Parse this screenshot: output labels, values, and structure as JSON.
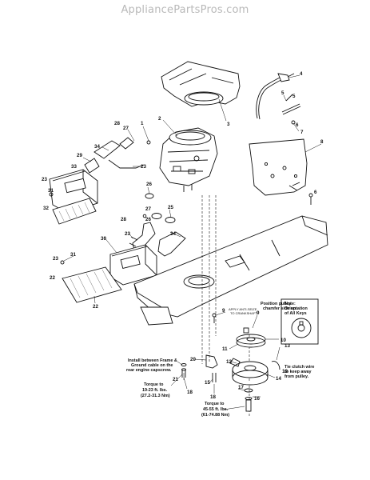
{
  "watermark": "AppliancePartsPros.com",
  "callouts": {
    "c1": "1",
    "c2": "2",
    "c3": "3",
    "c4": "4",
    "c5": "5",
    "c5b": "5",
    "c6": "6",
    "c7": "7",
    "c8": "8",
    "c9": "9",
    "c9b": "9",
    "c10": "10",
    "c11": "11",
    "c12": "12",
    "c13": "13",
    "c14": "14",
    "c15": "15",
    "c16": "16",
    "c17": "17",
    "c18": "18",
    "c18b": "18",
    "c19": "19",
    "c20": "20",
    "c21": "21",
    "c22": "22",
    "c22b": "22",
    "c23": "23",
    "c23b": "23",
    "c23c": "23",
    "c24": "24",
    "c25": "25",
    "c26": "26",
    "c26b": "26",
    "c27": "27",
    "c27b": "27",
    "c28": "28",
    "c28b": "28",
    "c29": "29",
    "c30": "30",
    "c31": "31",
    "c31b": "31",
    "c32": "32",
    "c33": "33",
    "c34": "34"
  },
  "notes": {
    "position_pulley": [
      "Position pulley",
      "chamfer side up."
    ],
    "apply_antiseize": [
      "APPLY ANTI-SEIZE",
      "TO CRANKSHAFT"
    ],
    "orientation_keys": [
      "Note:",
      "Orientation",
      "of All Keys"
    ],
    "clutch_wire": [
      "Tie clutch wire",
      "to keep away",
      "from pulley."
    ],
    "ground_cable": [
      "Install between Frame &",
      "Ground cable on the",
      "rear engine capscrew."
    ],
    "torque_left": [
      "Torque to",
      "19-23 ft. lbs.",
      "(27.2-31.3 Nm)"
    ],
    "torque_bottom": [
      "Torque to",
      "45-55 ft. lbs.",
      "(61-74.88 Nm)"
    ]
  }
}
